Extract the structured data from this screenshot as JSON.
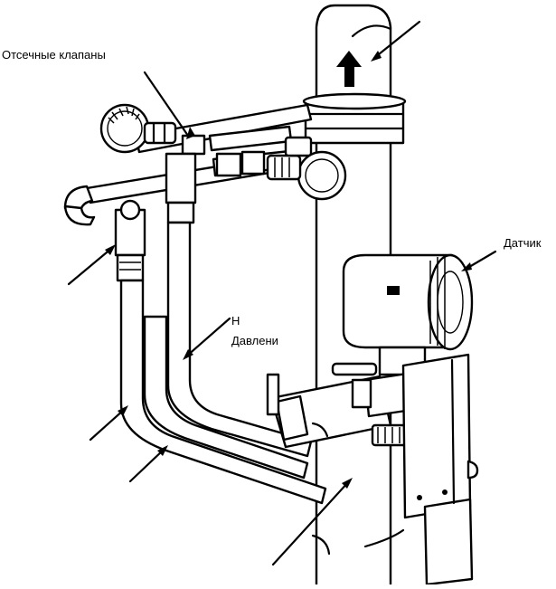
{
  "labels": {
    "valves": "Отсечные клапаны",
    "sensor": "Датчик",
    "partial_line1": "Н",
    "partial_line2": "Давлени"
  },
  "colors": {
    "line": "#000000",
    "background": "#ffffff"
  },
  "icons": {
    "flow_direction": "arrow-up-icon"
  }
}
